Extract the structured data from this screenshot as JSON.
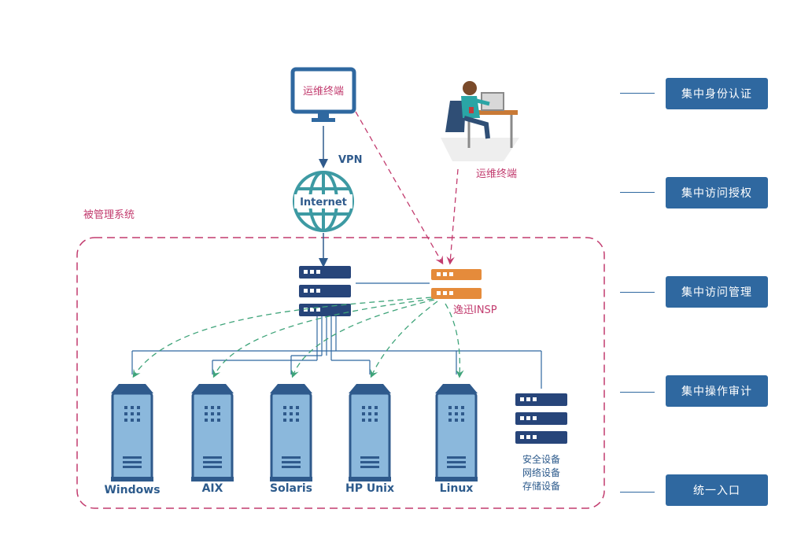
{
  "managed_system_label": "被管理系统",
  "terminal_top": {
    "label": "运维终端"
  },
  "terminal_person": {
    "label": "运维终端"
  },
  "vpn_label": "VPN",
  "internet_label": "Internet",
  "insp_label": "逸迅INSP",
  "servers": [
    {
      "label": "Windows"
    },
    {
      "label": "AIX"
    },
    {
      "label": "Solaris"
    },
    {
      "label": "HP Unix"
    },
    {
      "label": "Linux"
    }
  ],
  "devices": {
    "lines": [
      "安全设备",
      "网络设备",
      "存储设备"
    ]
  },
  "right_labels": [
    "集中身份认证",
    "集中访问授权",
    "集中访问管理",
    "集中操作审计",
    "统一入口"
  ],
  "colors": {
    "navy": "#27457a",
    "blue": "#2f68a0",
    "teal": "#3d9aa3",
    "orange": "#e58b3b",
    "magenta": "#c23b6e",
    "green_dash": "#3fa47a",
    "server_body": "#8bb8dc"
  }
}
